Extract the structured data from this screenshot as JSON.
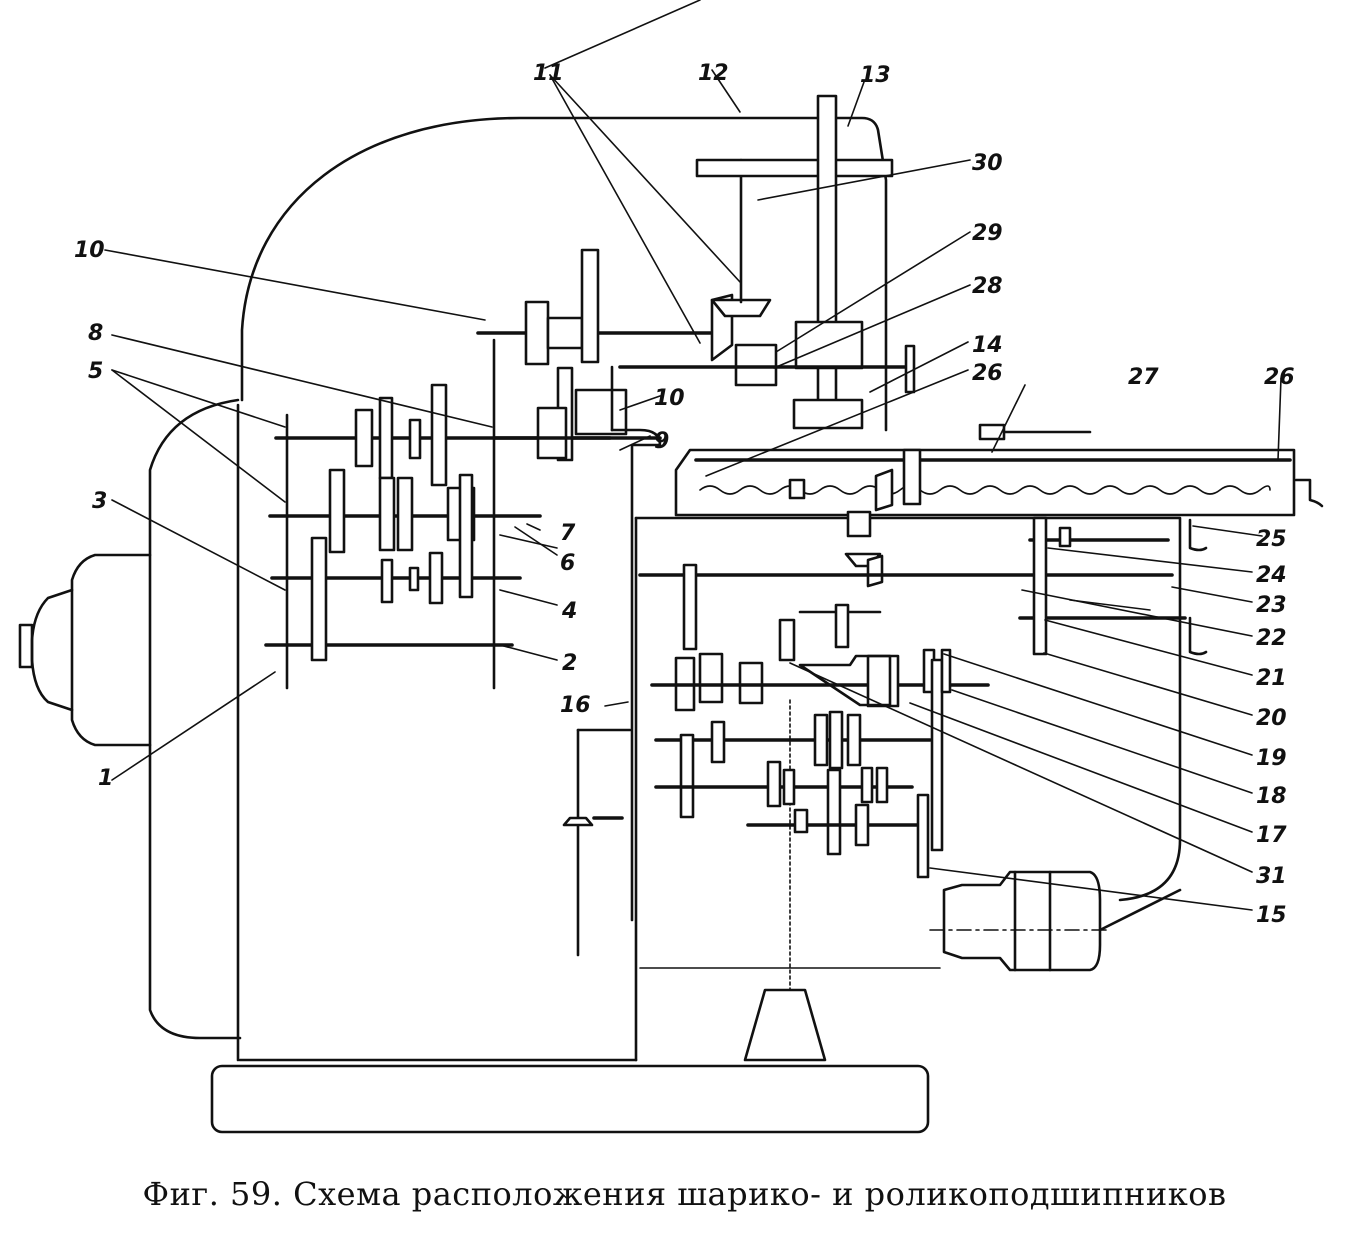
{
  "figure": {
    "caption": "Фиг. 59. Схема расположения  шарико- и роликоподшипников",
    "callouts": [
      {
        "id": "c1",
        "label": "1"
      },
      {
        "id": "c2",
        "label": "2"
      },
      {
        "id": "c3",
        "label": "3"
      },
      {
        "id": "c4",
        "label": "4"
      },
      {
        "id": "c5",
        "label": "5"
      },
      {
        "id": "c6",
        "label": "6"
      },
      {
        "id": "c7",
        "label": "7"
      },
      {
        "id": "c8",
        "label": "8"
      },
      {
        "id": "c9",
        "label": "9"
      },
      {
        "id": "c10a",
        "label": "10"
      },
      {
        "id": "c10b",
        "label": "10"
      },
      {
        "id": "c11",
        "label": "11"
      },
      {
        "id": "c12",
        "label": "12"
      },
      {
        "id": "c13",
        "label": "13"
      },
      {
        "id": "c14",
        "label": "14"
      },
      {
        "id": "c15",
        "label": "15"
      },
      {
        "id": "c16",
        "label": "16"
      },
      {
        "id": "c17",
        "label": "17"
      },
      {
        "id": "c18",
        "label": "18"
      },
      {
        "id": "c19",
        "label": "19"
      },
      {
        "id": "c20",
        "label": "20"
      },
      {
        "id": "c21",
        "label": "21"
      },
      {
        "id": "c22",
        "label": "22"
      },
      {
        "id": "c23",
        "label": "23"
      },
      {
        "id": "c24",
        "label": "24"
      },
      {
        "id": "c25",
        "label": "25"
      },
      {
        "id": "c26a",
        "label": "26"
      },
      {
        "id": "c26b",
        "label": "26"
      },
      {
        "id": "c27",
        "label": "27"
      },
      {
        "id": "c28",
        "label": "28"
      },
      {
        "id": "c29",
        "label": "29"
      },
      {
        "id": "c30",
        "label": "30"
      },
      {
        "id": "c31",
        "label": "31"
      }
    ]
  }
}
